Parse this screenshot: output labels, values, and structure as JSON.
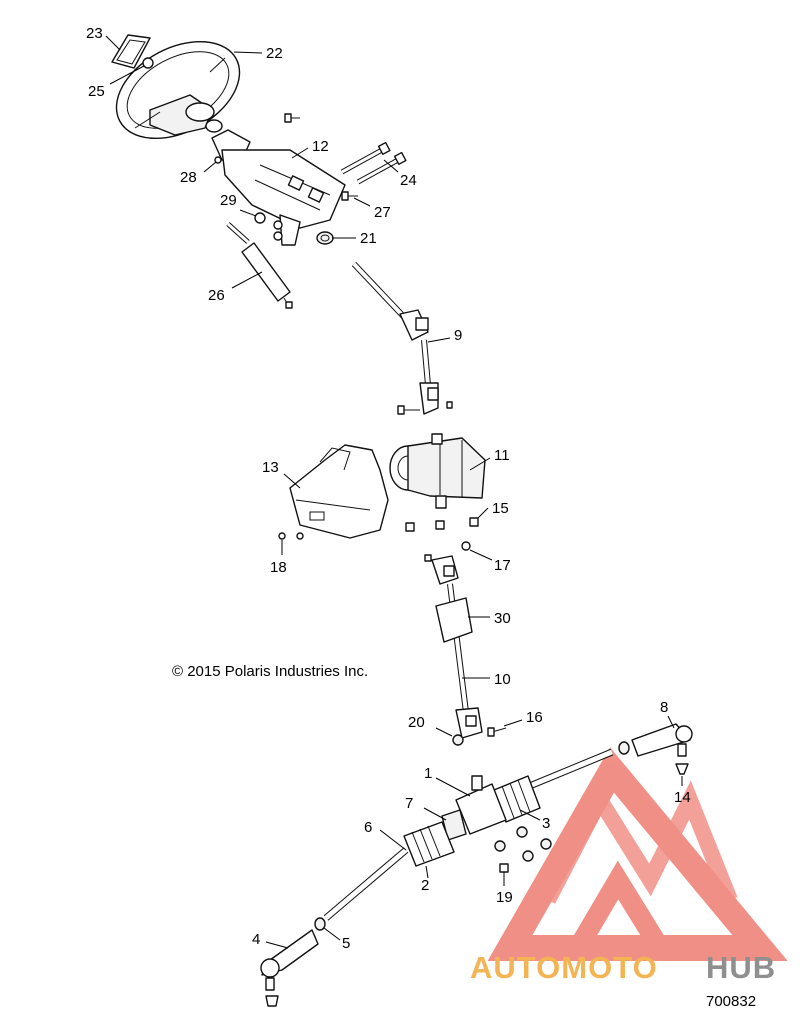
{
  "copyright": "© 2015 Polaris Industries Inc.",
  "figure_number": "700832",
  "watermark": {
    "text_auto": "AUTOMOTO",
    "text_hub": "HUB",
    "color_red": "#f08a80",
    "color_orange": "#f5b04a",
    "color_gray": "#8a8a8a"
  },
  "callouts": [
    {
      "id": "23",
      "label": "23"
    },
    {
      "id": "22",
      "label": "22"
    },
    {
      "id": "25",
      "label": "25"
    },
    {
      "id": "12",
      "label": "12"
    },
    {
      "id": "28",
      "label": "28"
    },
    {
      "id": "24",
      "label": "24"
    },
    {
      "id": "27",
      "label": "27"
    },
    {
      "id": "29",
      "label": "29"
    },
    {
      "id": "21",
      "label": "21"
    },
    {
      "id": "26",
      "label": "26"
    },
    {
      "id": "9",
      "label": "9"
    },
    {
      "id": "13",
      "label": "13"
    },
    {
      "id": "11",
      "label": "11"
    },
    {
      "id": "15",
      "label": "15"
    },
    {
      "id": "18",
      "label": "18"
    },
    {
      "id": "17",
      "label": "17"
    },
    {
      "id": "30",
      "label": "30"
    },
    {
      "id": "10",
      "label": "10"
    },
    {
      "id": "20",
      "label": "20"
    },
    {
      "id": "16",
      "label": "16"
    },
    {
      "id": "8",
      "label": "8"
    },
    {
      "id": "1",
      "label": "1"
    },
    {
      "id": "14",
      "label": "14"
    },
    {
      "id": "7",
      "label": "7"
    },
    {
      "id": "3",
      "label": "3"
    },
    {
      "id": "6",
      "label": "6"
    },
    {
      "id": "2",
      "label": "2"
    },
    {
      "id": "19",
      "label": "19"
    },
    {
      "id": "4",
      "label": "4"
    },
    {
      "id": "5",
      "label": "5"
    }
  ]
}
